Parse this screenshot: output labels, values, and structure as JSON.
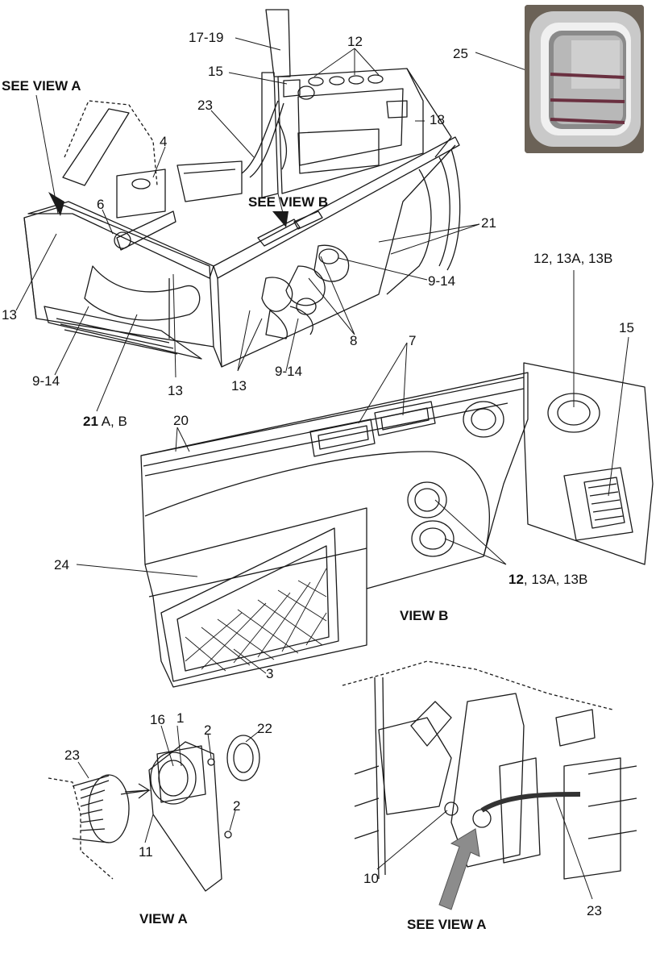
{
  "views": {
    "see_view_a": "SEE VIEW A",
    "see_view_b": "SEE VIEW B",
    "view_b": "VIEW B",
    "view_a": "VIEW A",
    "see_view_a_bottom": "SEE VIEW A"
  },
  "callouts": {
    "c17_19": "17-19",
    "c12_top": "12",
    "c15_top": "15",
    "c23_top": "23",
    "c18": "18",
    "c4": "4",
    "c6": "6",
    "c13_left": "13",
    "c9_14_left": "9-14",
    "c13_mid": "13",
    "c21a_num": "21",
    "c21a_rest": " A, B",
    "c21_right": "21",
    "c9_14_right": "9-14",
    "c8": "8",
    "c13_bot": "13",
    "c9_14_bot": "9-14",
    "c25": "25",
    "c12_13a_13b_top": "12, 13A, 13B",
    "c15_right": "15",
    "c7": "7",
    "c20": "20",
    "c24": "24",
    "c12_bold": "12",
    "c12_rest": ", 13A, 13B",
    "c3": "3",
    "c16": "16",
    "c1": "1",
    "c2_top": "2",
    "c22": "22",
    "c23_viewa": "23",
    "c11": "11",
    "c2_bot": "2",
    "c10": "10",
    "c23_bottom": "23"
  },
  "colors": {
    "line": "#1a1a1a",
    "photo_bg": "#6b6257",
    "arrow_gray": "#8c8c8c"
  }
}
